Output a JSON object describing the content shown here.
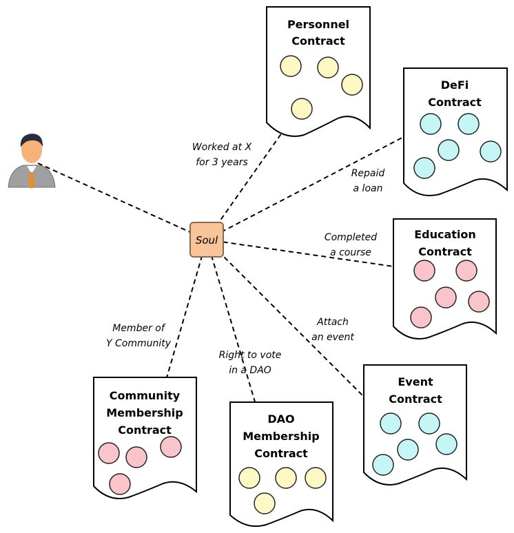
{
  "colors": {
    "yellow_token": "#fdf8c4",
    "cyan_token": "#c6f5f6",
    "pink_token": "#f9c5cb",
    "soul_fill": "#f8c49a",
    "person_skin": "#f7b27a",
    "person_suit": "#a0a0a0",
    "person_tie": "#f28a1e"
  },
  "soul": {
    "label": "Soul"
  },
  "contracts": {
    "personnel": {
      "line1": "Personnel",
      "line2": "Contract"
    },
    "defi": {
      "line1": "DeFi",
      "line2": "Contract"
    },
    "education": {
      "line1": "Education",
      "line2": "Contract"
    },
    "event": {
      "line1": "Event",
      "line2": "Contract"
    },
    "dao": {
      "line1": "DAO",
      "line2": "Membership",
      "line3": "Contract"
    },
    "community": {
      "line1": "Community",
      "line2": "Membership",
      "line3": "Contract"
    }
  },
  "edges": {
    "worked": {
      "line1": "Worked at X",
      "line2": "for 3 years"
    },
    "repaid": {
      "line1": "Repaid",
      "line2": "a loan"
    },
    "completed": {
      "line1": "Completed",
      "line2": "a course"
    },
    "attach": {
      "line1": "Attach",
      "line2": "an event"
    },
    "vote": {
      "line1": "Right to vote",
      "line2": "in a DAO"
    },
    "member": {
      "line1": "Member of",
      "line2": "Y Community"
    }
  },
  "icons": {
    "person": "person-avatar-icon"
  }
}
